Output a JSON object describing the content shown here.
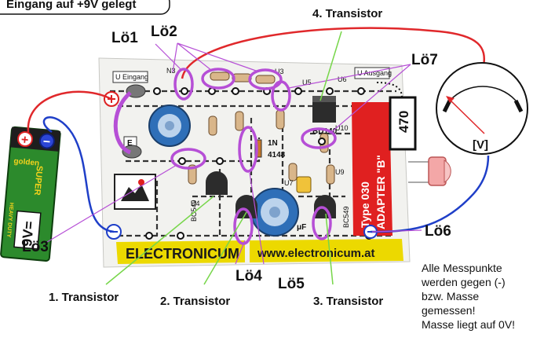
{
  "header": {
    "text": "Eingang auf +9V gelegt"
  },
  "labels": {
    "lo1": "Lö1",
    "lo2": "Lö2",
    "lo3": "Lö3",
    "lo4": "Lö4",
    "lo5": "Lö5",
    "lo6": "Lö6",
    "lo7": "Lö7",
    "t1": "1. Transistor",
    "t2": "2. Transistor",
    "t3": "3. Transistor",
    "t4": "4. Transistor"
  },
  "meter": {
    "unit": "[V]"
  },
  "resistor_tag": "470",
  "battery": {
    "voltage": "9V=",
    "brand": "golden",
    "series": "SUPER",
    "type": "HEAVY DUTY",
    "plus": "+",
    "minus": "−"
  },
  "board": {
    "brand": "ELECTRONICUM",
    "url": "www.electronicum.at",
    "type_text": "Type 030",
    "adapter_text": "ADAPTER \"B\"",
    "u_in": "U Eingang",
    "u_out": "U Ausgang",
    "e_pad": "E",
    "diode_1": "1N",
    "diode_2": "4148",
    "bd": "BD140",
    "bc1": "BC549",
    "bc2": "BC549",
    "bc3": "BC549",
    "cap": "μF",
    "u4": "U4",
    "u5": "U5",
    "u6": "U6",
    "u7": "U7",
    "u9": "U9",
    "u10": "U10",
    "n3": "N3",
    "u3": "U3"
  },
  "note_lines": [
    "Alle Messpunkte",
    "werden gegen (-)",
    "bzw. Masse",
    "gemessen!",
    "Masse liegt auf 0V!"
  ],
  "colors": {
    "wire_red": "#e0282b",
    "wire_blue": "#1f3fc8",
    "marker_purple": "#b64fd6",
    "pointer_green": "#77d64a",
    "board_red": "#e02020",
    "board_yellow": "#f2e600"
  }
}
